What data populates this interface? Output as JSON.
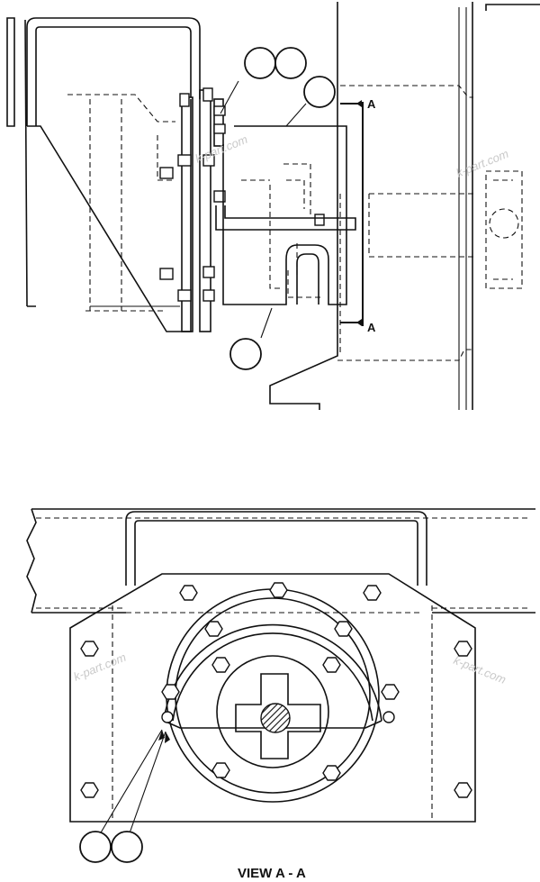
{
  "section_marker": {
    "upper_label": "A",
    "lower_label": "A"
  },
  "watermarks": [
    "k-part.com",
    "k-part.com",
    "k-part.com",
    "k-part.com"
  ],
  "view_caption": "VIEW A - A"
}
